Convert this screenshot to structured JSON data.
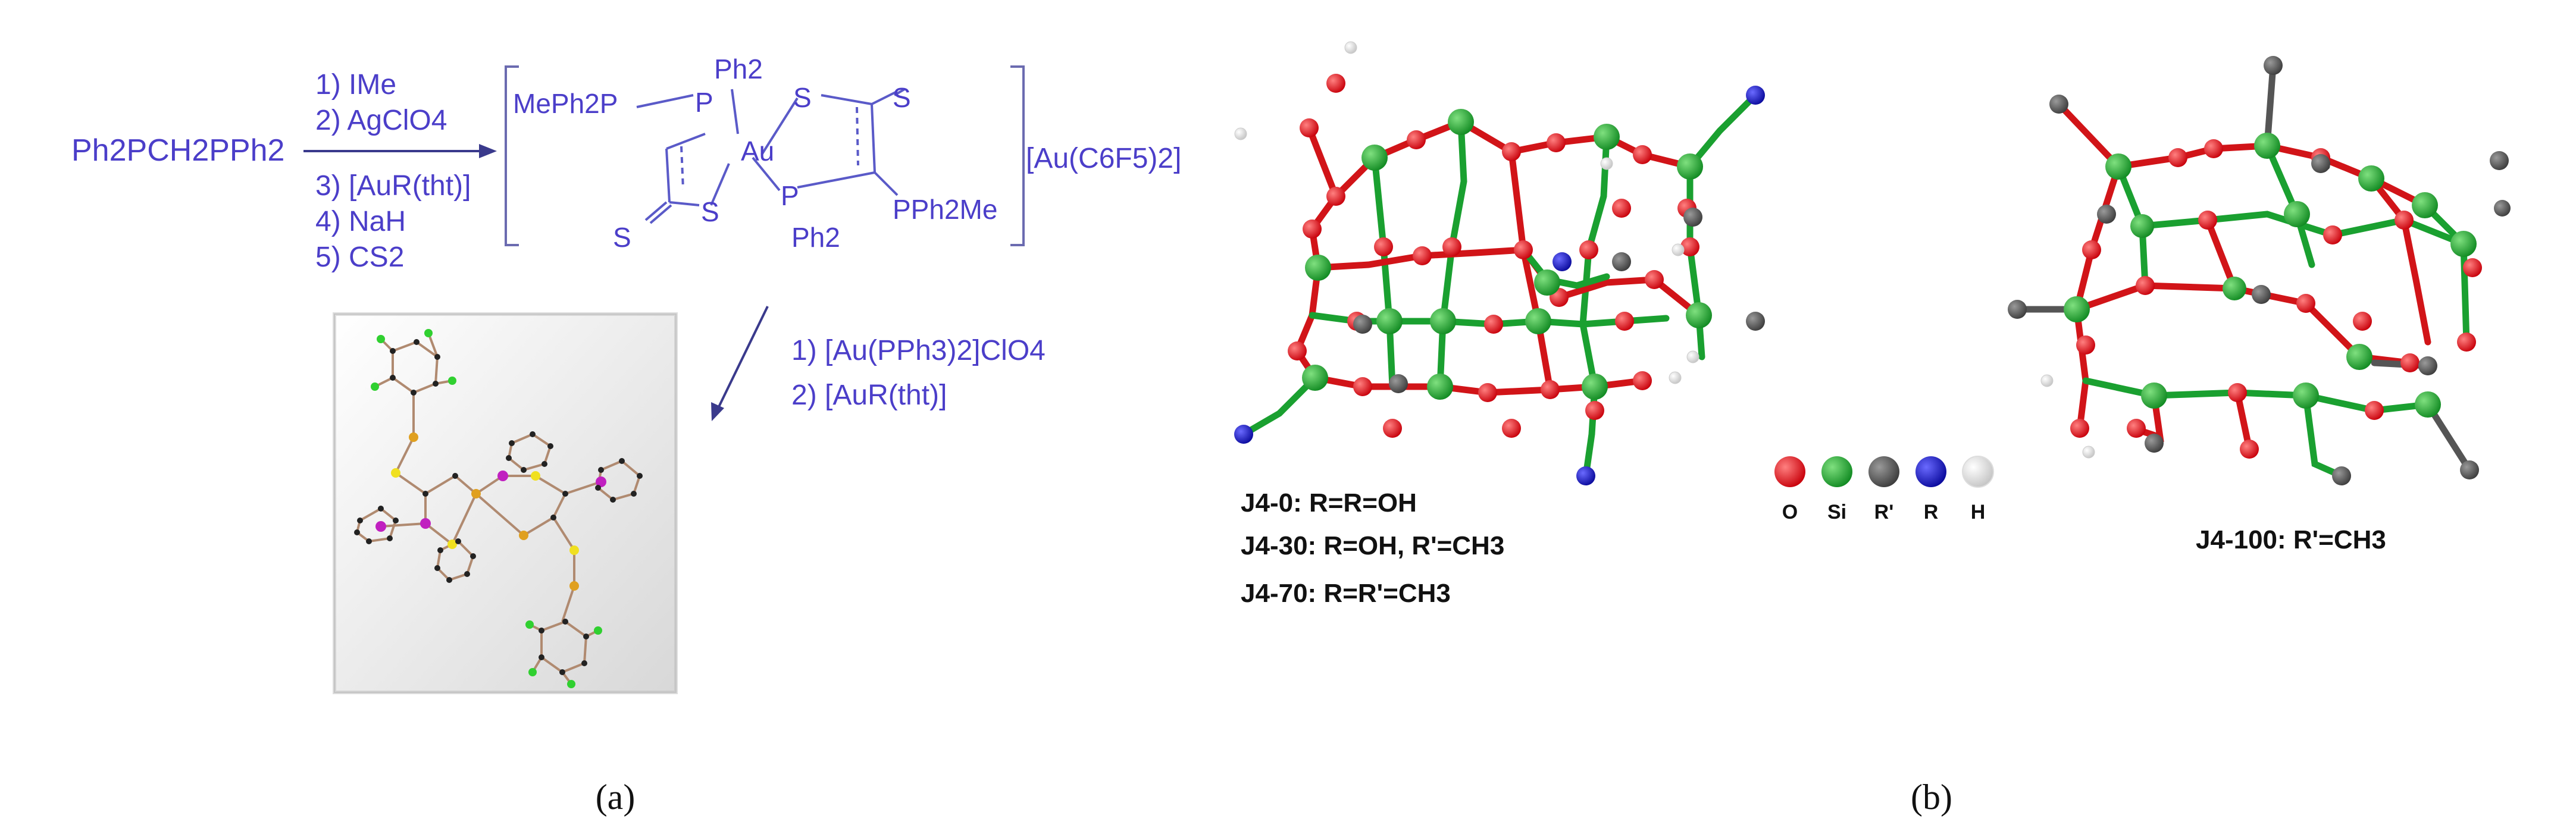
{
  "panel_a": {
    "caption": "(a)",
    "reactant": "Ph2PCH2PPh2",
    "steps_1": [
      "1) IMe",
      "2) AgClO4",
      "3) [AuR(tht)]",
      "4) NaH",
      "5) CS2"
    ],
    "complex_labels": {
      "ph2_top": "Ph2",
      "meph2p": "MePh2P",
      "p1": "P",
      "au": "Au",
      "s_left_bottom": "S",
      "s_mid_bottom": "S",
      "s_mid_top": "S",
      "s_right_top": "S",
      "p2": "P",
      "ph2_bottom": "Ph2",
      "pph2me": "PPh2Me"
    },
    "counter_anion": "[Au(C6F5)2]",
    "steps_2": [
      "1) [Au(PPh3)2]ClO4",
      "2) [AuR(tht)]"
    ]
  },
  "panel_b": {
    "caption": "(b)",
    "labels_left": [
      "J4-0: R=R=OH",
      "J4-30: R=OH, R'=CH3",
      "J4-70: R=R'=CH3"
    ],
    "label_right": "J4-100: R'=CH3",
    "legend": [
      {
        "label": "O",
        "color": "#e8141c"
      },
      {
        "label": "Si",
        "color": "#5aaa3c"
      },
      {
        "label": "R'",
        "color": "#6b6b6b"
      },
      {
        "label": "R",
        "color": "#1616c8"
      },
      {
        "label": "H",
        "color": "#f0f0f0"
      }
    ]
  }
}
